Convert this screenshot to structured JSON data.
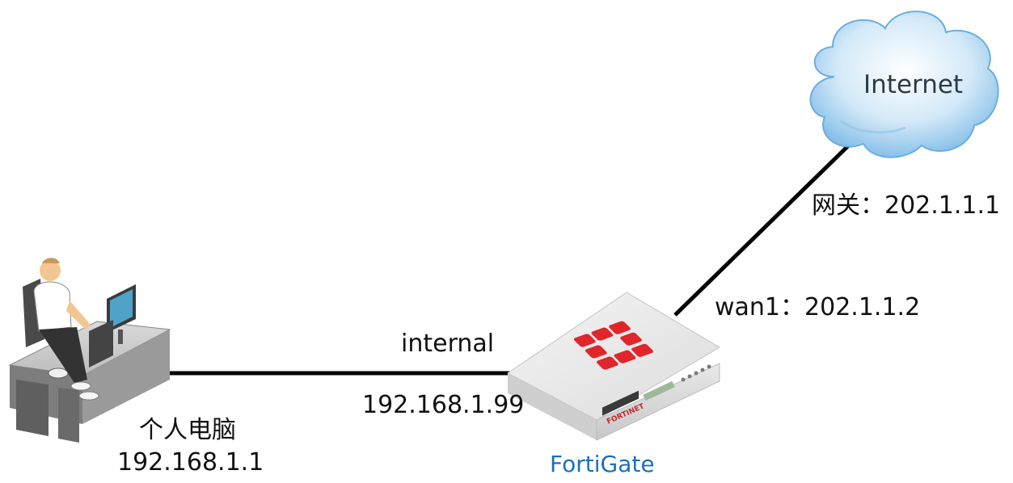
{
  "nodes": {
    "pc": {
      "name": "个人电脑",
      "ip": "192.168.1.1"
    },
    "fortigate": {
      "name": "FortiGate",
      "brand_mark": "FORTINET",
      "name_color": "#1f6fb4",
      "logo_color": "#e0252b"
    },
    "internet": {
      "label": "Internet",
      "cloud_color": "#7ab8e6"
    }
  },
  "links": {
    "lan": {
      "interface": "internal",
      "ip": "192.168.1.99"
    },
    "wan": {
      "interface_ip": "wan1：202.1.1.2",
      "gateway": "网关：202.1.1.1"
    }
  },
  "line_color": "#000000"
}
